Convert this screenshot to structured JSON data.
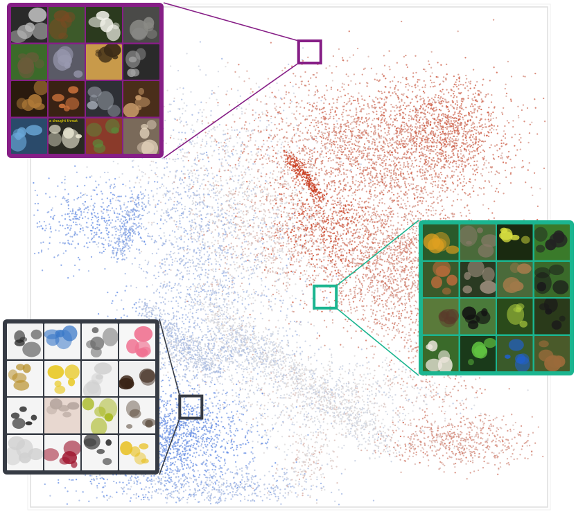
{
  "chart_data": {
    "type": "scatter",
    "title": "",
    "xlabel": "",
    "ylabel": "",
    "grid": false,
    "legend": "none",
    "color_scale": {
      "low": "#4f7fe6",
      "mid": "#dcdcdc",
      "high": "#c93a1c"
    },
    "clusters": [
      {
        "cx": 0.67,
        "cy": 0.72,
        "sx": 0.13,
        "sy": 0.07,
        "n": 2600,
        "score": 0.78
      },
      {
        "cx": 0.8,
        "cy": 0.76,
        "sx": 0.05,
        "sy": 0.05,
        "n": 700,
        "score": 0.85
      },
      {
        "cx": 0.69,
        "cy": 0.49,
        "sx": 0.08,
        "sy": 0.07,
        "n": 1800,
        "score": 0.75
      },
      {
        "cx": 0.56,
        "cy": 0.56,
        "sx": 0.05,
        "sy": 0.05,
        "n": 500,
        "score": 0.95
      },
      {
        "cx": 0.79,
        "cy": 0.33,
        "sx": 0.05,
        "sy": 0.08,
        "n": 650,
        "score": 0.72
      },
      {
        "cx": 0.83,
        "cy": 0.13,
        "sx": 0.07,
        "sy": 0.025,
        "n": 600,
        "score": 0.72
      },
      {
        "cx": 0.45,
        "cy": 0.55,
        "sx": 0.07,
        "sy": 0.07,
        "n": 900,
        "score": 0.58
      },
      {
        "cx": 0.36,
        "cy": 0.31,
        "sx": 0.08,
        "sy": 0.025,
        "n": 700,
        "score": 0.4
      },
      {
        "cx": 0.57,
        "cy": 0.22,
        "sx": 0.11,
        "sy": 0.04,
        "n": 900,
        "score": 0.48
      },
      {
        "cx": 0.25,
        "cy": 0.14,
        "sx": 0.08,
        "sy": 0.05,
        "n": 1900,
        "score": 0.12
      },
      {
        "cx": 0.18,
        "cy": 0.25,
        "sx": 0.03,
        "sy": 0.07,
        "n": 600,
        "score": 0.16
      },
      {
        "cx": 0.12,
        "cy": 0.57,
        "sx": 0.06,
        "sy": 0.04,
        "n": 450,
        "score": 0.14
      },
      {
        "cx": 0.31,
        "cy": 0.5,
        "sx": 0.05,
        "sy": 0.12,
        "n": 900,
        "score": 0.3
      },
      {
        "cx": 0.36,
        "cy": 0.04,
        "sx": 0.1,
        "sy": 0.02,
        "n": 500,
        "score": 0.3
      },
      {
        "cx": 0.53,
        "cy": 0.09,
        "sx": 0.03,
        "sy": 0.035,
        "n": 200,
        "score": 0.55
      },
      {
        "cx": 0.12,
        "cy": 0.17,
        "sx": 0.05,
        "sy": 0.07,
        "n": 400,
        "score": 0.15
      },
      {
        "cx": 0.35,
        "cy": 0.7,
        "sx": 0.12,
        "sy": 0.08,
        "n": 600,
        "score": 0.45
      },
      {
        "cx": 0.4,
        "cy": 0.42,
        "sx": 0.07,
        "sy": 0.12,
        "n": 500,
        "score": 0.35
      }
    ],
    "bands": [
      {
        "x0": 0.34,
        "y0": 0.4,
        "x1": 0.69,
        "y1": 0.12,
        "w": 0.018,
        "n": 900,
        "score": 0.48
      },
      {
        "x0": 0.56,
        "y0": 0.62,
        "x1": 0.5,
        "y1": 0.7,
        "w": 0.006,
        "n": 260,
        "score": 1.0
      },
      {
        "x0": 0.22,
        "y0": 0.4,
        "x1": 0.35,
        "y1": 0.27,
        "w": 0.012,
        "n": 400,
        "score": 0.35
      },
      {
        "x0": 0.17,
        "y0": 0.5,
        "x1": 0.21,
        "y1": 0.62,
        "w": 0.01,
        "n": 200,
        "score": 0.2
      }
    ],
    "highlighted_regions": [
      {
        "id": "top",
        "x": 0.54,
        "y": 0.91,
        "color": "#861e86"
      },
      {
        "id": "right",
        "x": 0.57,
        "y": 0.42,
        "color": "#1bb590"
      },
      {
        "id": "bottom",
        "x": 0.31,
        "y": 0.2,
        "color": "#363b44"
      }
    ]
  },
  "panels": {
    "top": {
      "border_color": "#861e86",
      "tiles": [
        {
          "icon": "mesh-net-icon"
        },
        {
          "icon": "monkey-icon"
        },
        {
          "icon": "white-flower-icon"
        },
        {
          "icon": "roof-tiles-icon"
        },
        {
          "icon": "snake-on-leaves-icon"
        },
        {
          "icon": "tree-bark-icon"
        },
        {
          "icon": "leopard-spots-icon"
        },
        {
          "icon": "chain-mail-icon"
        },
        {
          "icon": "honeycomb-icon"
        },
        {
          "icon": "terracotta-pots-icon"
        },
        {
          "icon": "vintage-car-icon"
        },
        {
          "icon": "wooden-dowels-icon"
        },
        {
          "icon": "starfish-icon"
        },
        {
          "icon": "white-corals-icon"
        },
        {
          "icon": "greenhouse-icon"
        },
        {
          "icon": "brain-coral-icon"
        }
      ],
      "caption": "a drought threat"
    },
    "right": {
      "border_color": "#1bb590",
      "tiles": [
        {
          "icon": "parrot-icon"
        },
        {
          "icon": "kangaroo-icon"
        },
        {
          "icon": "yellow-flower-icon"
        },
        {
          "icon": "running-dog-icon"
        },
        {
          "icon": "wild-dog-icon"
        },
        {
          "icon": "elephant-icon"
        },
        {
          "icon": "puppy-icon"
        },
        {
          "icon": "lawn-mower-icon"
        },
        {
          "icon": "warthog-icon"
        },
        {
          "icon": "black-dog-icon"
        },
        {
          "icon": "bee-eater-bird-icon"
        },
        {
          "icon": "goat-icon"
        },
        {
          "icon": "spaniel-icon"
        },
        {
          "icon": "tree-frog-icon"
        },
        {
          "icon": "macaw-icon"
        },
        {
          "icon": "hare-icon"
        }
      ]
    },
    "bottom": {
      "border_color": "#363b44",
      "tiles": [
        {
          "icon": "tripod-camera-icon"
        },
        {
          "icon": "crutches-icon"
        },
        {
          "icon": "revolver-icon"
        },
        {
          "icon": "swimsuit-icon"
        },
        {
          "icon": "padlock-icon"
        },
        {
          "icon": "banana-icon"
        },
        {
          "icon": "stage-light-icon"
        },
        {
          "icon": "hair-icon"
        },
        {
          "icon": "street-lamp-icon"
        },
        {
          "icon": "mouse-icon"
        },
        {
          "icon": "finch-bird-icon"
        },
        {
          "icon": "isopod-icon"
        },
        {
          "icon": "toaster-icon"
        },
        {
          "icon": "wine-glass-icon"
        },
        {
          "icon": "can-opener-icon"
        },
        {
          "icon": "magnifier-toy-icon"
        }
      ]
    }
  }
}
